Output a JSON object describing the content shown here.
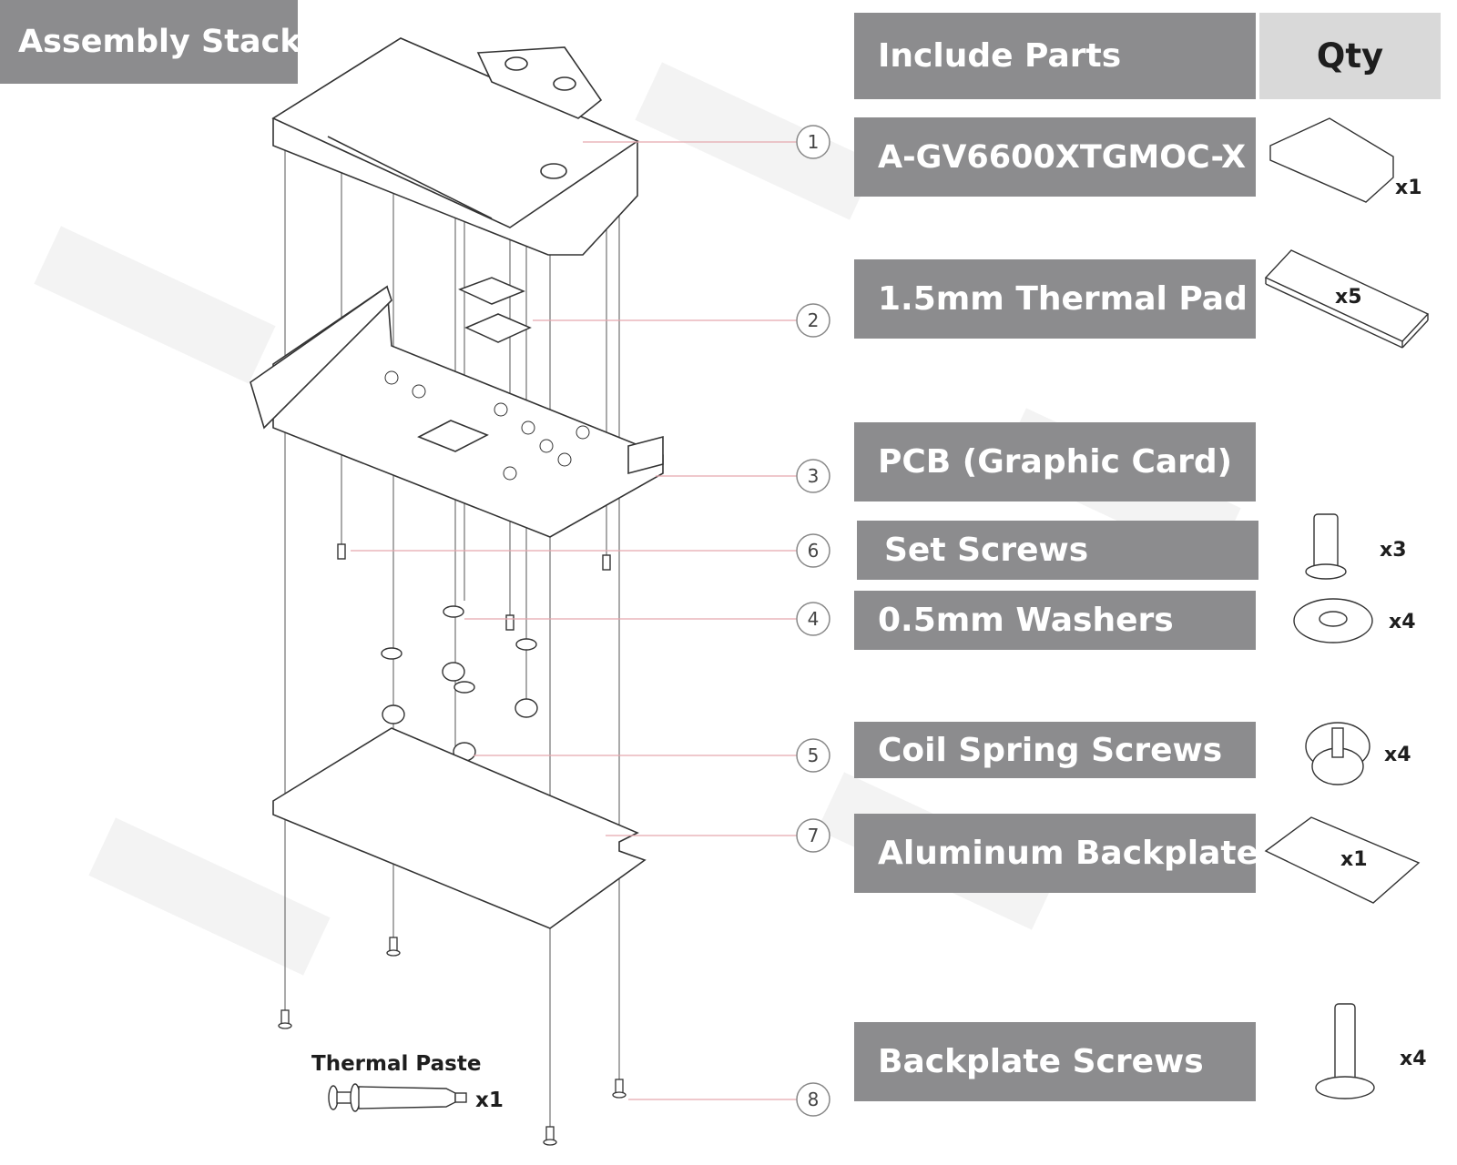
{
  "title": "Assembly Stack",
  "table": {
    "header_parts": "Include Parts",
    "header_qty": "Qty",
    "rows": [
      {
        "name": "A-GV6600XTGMOC-X",
        "qty": "x1"
      },
      {
        "name": "1.5mm Thermal Pad",
        "qty": "x5"
      },
      {
        "name": "PCB (Graphic Card)",
        "qty": ""
      },
      {
        "name": "Set Screws",
        "qty": "x3"
      },
      {
        "name": "0.5mm Washers",
        "qty": "x4"
      },
      {
        "name": "Coil Spring Screws",
        "qty": "x4"
      },
      {
        "name": "Aluminum Backplate",
        "qty": "x1"
      },
      {
        "name": "Backplate Screws",
        "qty": "x4"
      }
    ]
  },
  "callouts": [
    "1",
    "2",
    "3",
    "6",
    "4",
    "5",
    "7",
    "8"
  ],
  "thermal_paste": {
    "label": "Thermal Paste",
    "qty": "x1"
  },
  "colors": {
    "box": "#8c8c8e",
    "qty_header": "#d9d9d9",
    "leader": "#e5a7ae",
    "line": "#333333"
  }
}
